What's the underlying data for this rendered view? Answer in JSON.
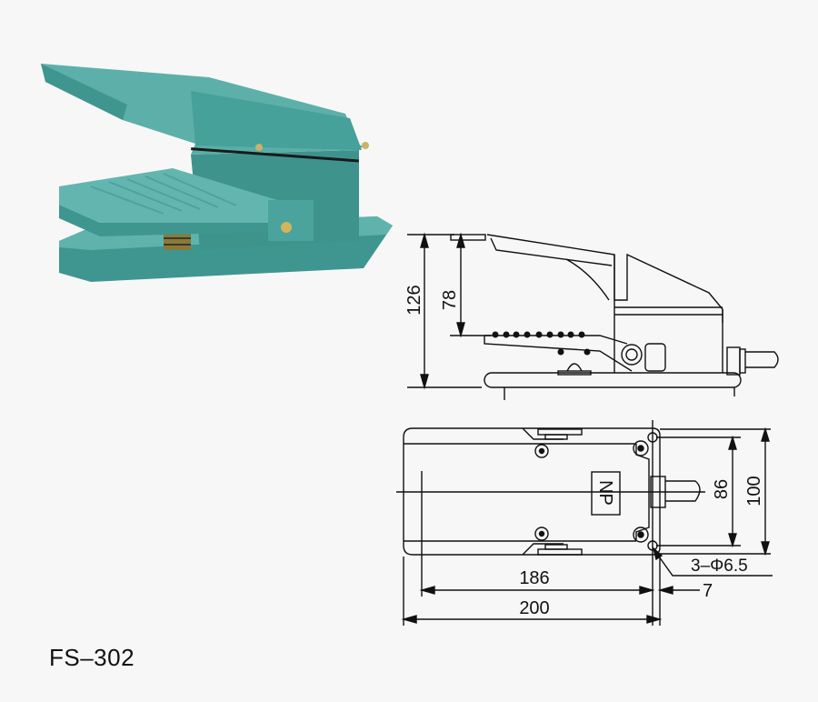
{
  "product": {
    "model": "FS–302",
    "color": "#4aa39c",
    "color_dark": "#2f7f79",
    "color_light": "#7cc4bd"
  },
  "side_view": {
    "dim_total_height": "126",
    "dim_pedal_height": "78"
  },
  "top_view": {
    "plate_label": "NP",
    "dim_inner_width": "86",
    "dim_outer_width": "100",
    "dim_hole_spacing": "186",
    "dim_total_length": "200",
    "dim_offset": "7",
    "hole_callout": "3–Φ6.5"
  }
}
